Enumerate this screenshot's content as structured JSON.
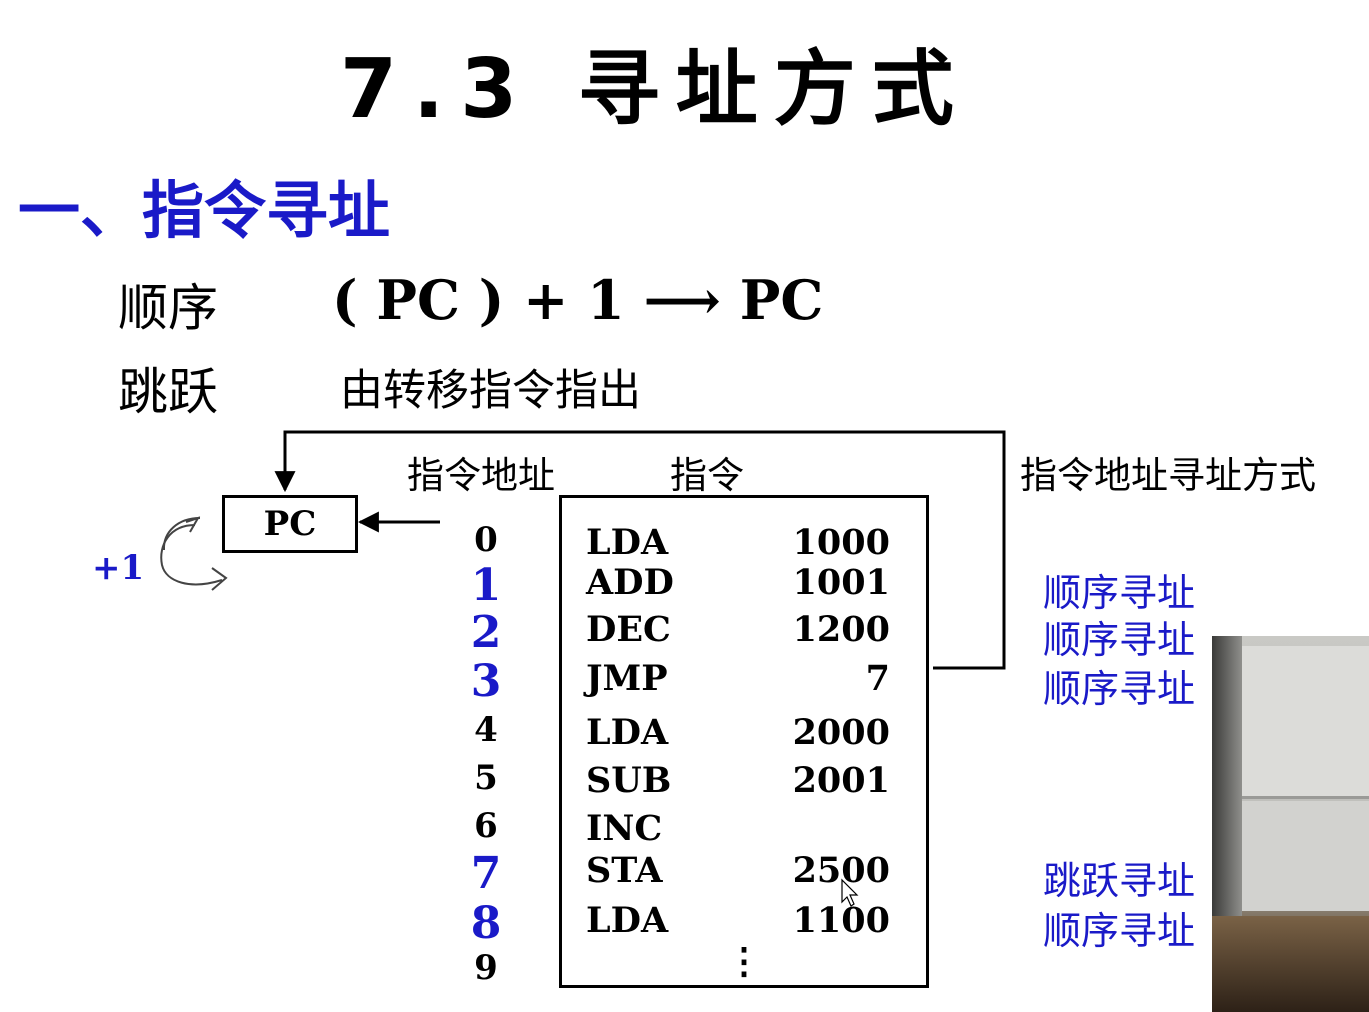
{
  "title": "7.3  寻址方式",
  "section": "一、指令寻址",
  "sequential": {
    "label": "顺序",
    "formula": "( PC ) + 1 ⟶ PC"
  },
  "jump": {
    "label": "跳跃",
    "desc": "由转移指令指出"
  },
  "headers": {
    "address": "指令地址",
    "instruction": "指令",
    "mode": "指令地址寻址方式"
  },
  "pc_label": "PC",
  "increment": "+1",
  "ellipsis": "⋮",
  "colors": {
    "accent": "#1a1ac8",
    "text": "#000000"
  },
  "rows": [
    {
      "addr": "0",
      "op": "LDA",
      "operand": "1000",
      "mode": "",
      "highlight": false
    },
    {
      "addr": "1",
      "op": "ADD",
      "operand": "1001",
      "mode": "顺序寻址",
      "highlight": true
    },
    {
      "addr": "2",
      "op": "DEC",
      "operand": "1200",
      "mode": "顺序寻址",
      "highlight": true
    },
    {
      "addr": "3",
      "op": "JMP",
      "operand": "7",
      "mode": "顺序寻址",
      "highlight": true
    },
    {
      "addr": "4",
      "op": "LDA",
      "operand": "2000",
      "mode": "",
      "highlight": false
    },
    {
      "addr": "5",
      "op": "SUB",
      "operand": "2001",
      "mode": "",
      "highlight": false
    },
    {
      "addr": "6",
      "op": "INC",
      "operand": "",
      "mode": "",
      "highlight": false
    },
    {
      "addr": "7",
      "op": "STA",
      "operand": "2500",
      "mode": "跳跃寻址",
      "highlight": true
    },
    {
      "addr": "8",
      "op": "LDA",
      "operand": "1100",
      "mode": "顺序寻址",
      "highlight": true
    },
    {
      "addr": "9",
      "op": "",
      "operand": "",
      "mode": "",
      "highlight": false
    }
  ]
}
